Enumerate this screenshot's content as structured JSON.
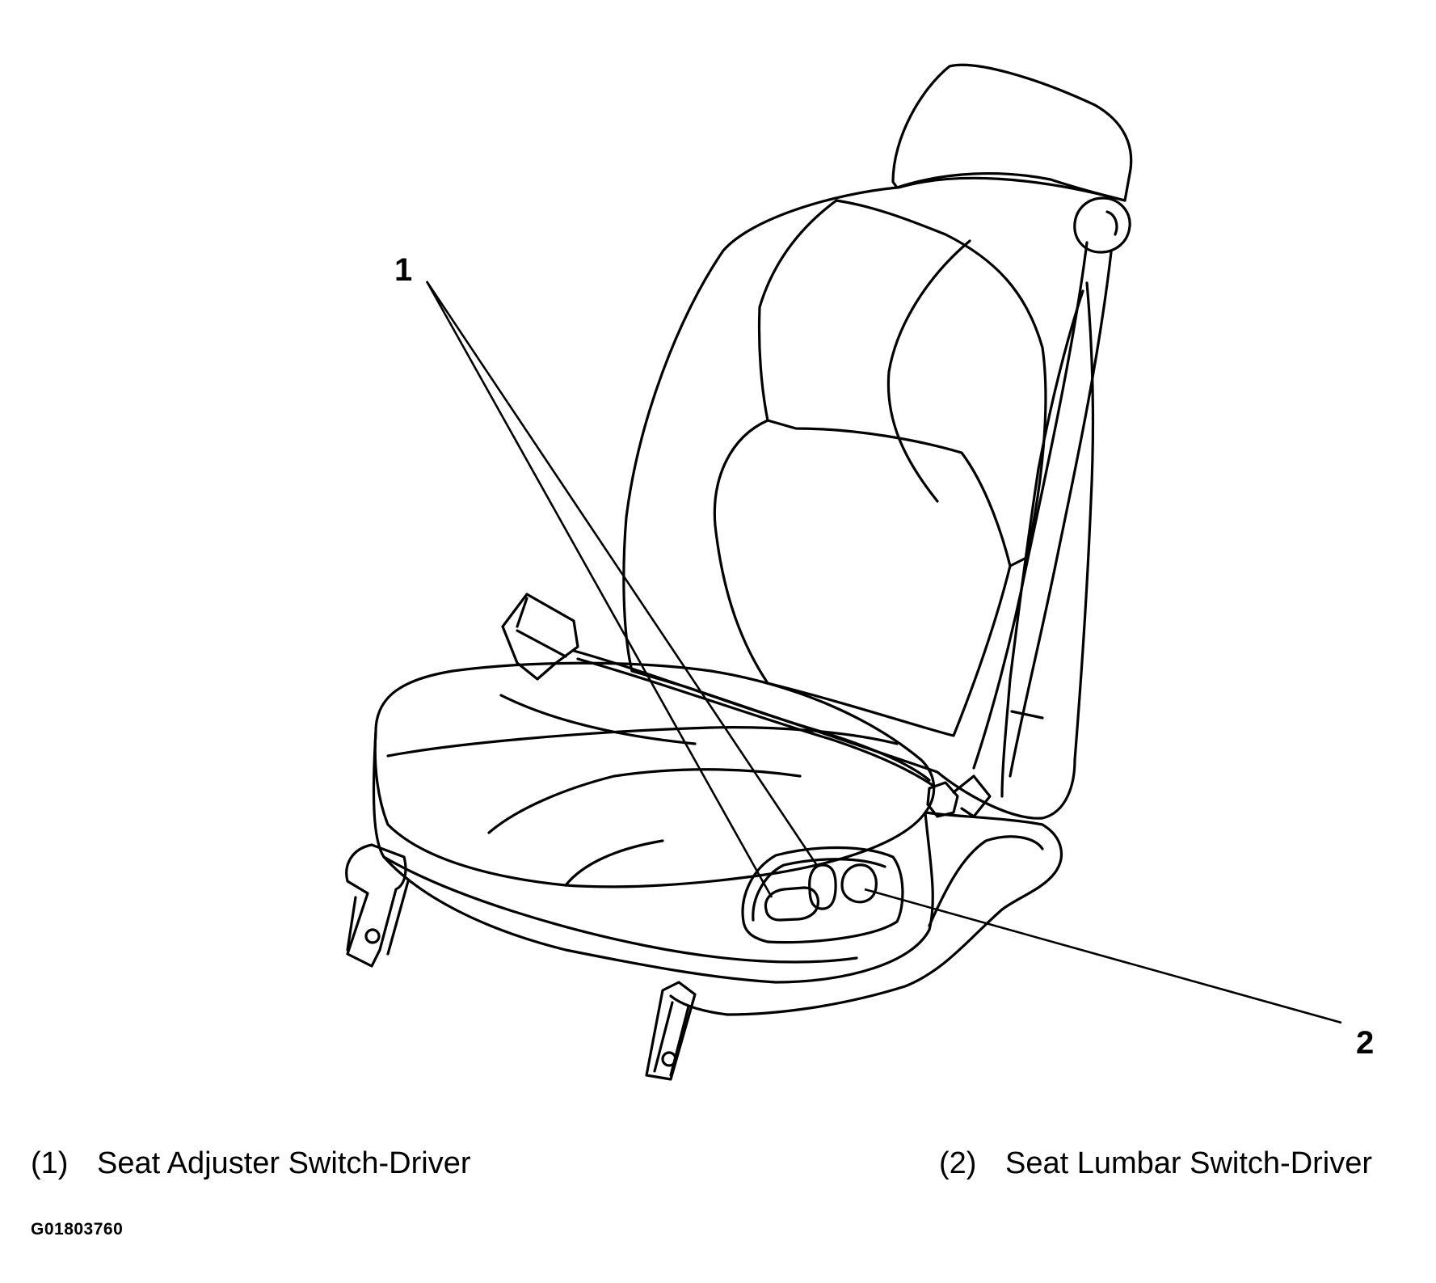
{
  "callouts": {
    "c1": "1",
    "c2": "2"
  },
  "legend": {
    "item1": {
      "number": "(1)",
      "text": "Seat Adjuster Switch-Driver"
    },
    "item2": {
      "number": "(2)",
      "text": "Seat Lumbar Switch-Driver"
    }
  },
  "figure_id": "G01803760",
  "colors": {
    "line": "#000000",
    "background": "#ffffff"
  }
}
